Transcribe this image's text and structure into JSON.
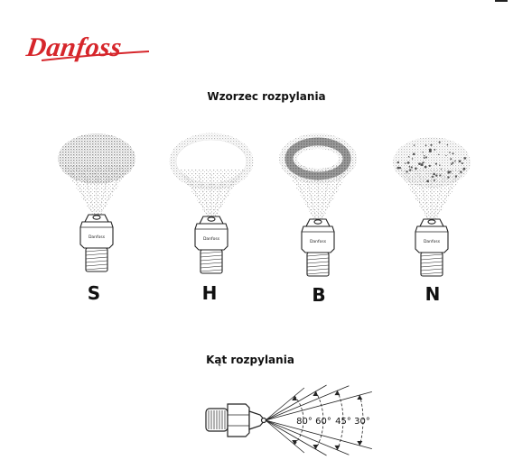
{
  "brand": {
    "logo_text": "Danfoss",
    "color": "#d6262b"
  },
  "pattern_section": {
    "title": "Wzorzec rozpylania",
    "items": [
      {
        "letter": "S",
        "kind": "solid"
      },
      {
        "letter": "H",
        "kind": "hollow"
      },
      {
        "letter": "B",
        "kind": "semi-solid"
      },
      {
        "letter": "N",
        "kind": "speckled"
      }
    ]
  },
  "angle_section": {
    "title": "Kąt rozpylania",
    "angles": [
      "80°",
      "60°",
      "45°",
      "30°"
    ]
  },
  "nozzle_label": "Danfoss",
  "colors": {
    "text": "#111111",
    "outline": "#222222",
    "spray_dots": "#9a9a9a",
    "ring_dark": "#888888",
    "ring_light": "#cfcfcf"
  }
}
